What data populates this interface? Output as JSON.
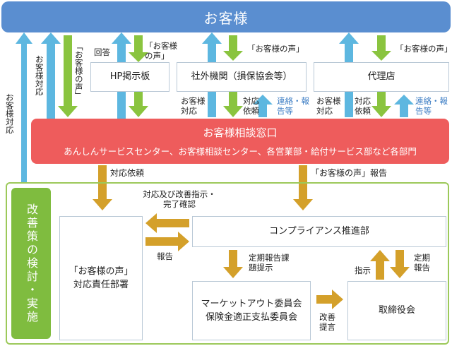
{
  "top": {
    "customer": "お客様"
  },
  "boxes": {
    "hp": "HP掲示板",
    "outside": "社外機関（損保協会等）",
    "agency": "代理店",
    "desk_title": "お客様相談窓口",
    "desk_sub": "あんしんサービスセンター、お客様相談センター、各営業部・給付サービス部など各部門",
    "compliance": "コンプライアンス推進部",
    "resp_line1": "「お客様の声」",
    "resp_line2": "対応責任部署",
    "committee_line1": "マーケットアウト委員会",
    "committee_line2": "保険金適正支払委員会",
    "board": "取締役会",
    "side": "改善策の検討・実施"
  },
  "labels": {
    "far_left": "お客様対応",
    "left2": "お客様対応",
    "left3": "「お客様の声」",
    "answer": "回答",
    "hp_voice": "「お客様の声」",
    "outside_voice": "「お客様の声」",
    "agency_voice": "「お客様の声」",
    "cust_resp": "お客様対応",
    "req_resp": "対応依頼",
    "contact": "連絡・報告等",
    "agency_cust_resp": "お客様対応",
    "agency_req_resp": "対応依頼",
    "agency_contact": "連絡・報告等",
    "req_down": "対応依頼",
    "voice_report": "「お客様の声」報告",
    "improve_check": "対応及び改善指示・完了確認",
    "report": "報告",
    "periodic": "定期報告課題提示",
    "instruct": "指示",
    "periodic2": "定期報告",
    "improve_propose": "改善提言"
  },
  "colors": {
    "banner": "#5a8ed0",
    "desk": "#ee5c5c",
    "green": "#7fbc3f",
    "blue_arrow": "#5db7e0",
    "green_arrow": "#8ac43f",
    "orange_arrow": "#d4a02a"
  }
}
